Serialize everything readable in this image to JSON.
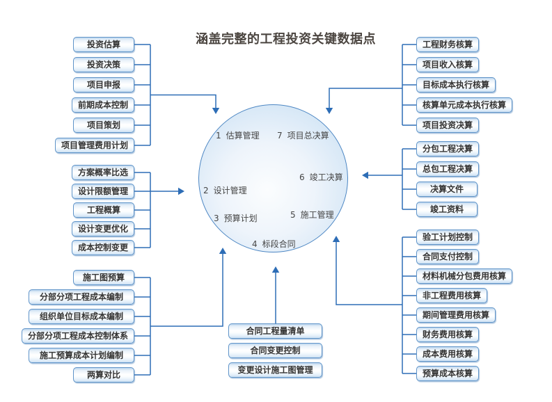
{
  "title": "涵盖完整的工程投资关键数据点",
  "circle": {
    "items": [
      {
        "num": "1",
        "label": "估算管理"
      },
      {
        "num": "7",
        "label": "项目总决算"
      },
      {
        "num": "2",
        "label": "设计管理"
      },
      {
        "num": "6",
        "label": "竣工决算"
      },
      {
        "num": "3",
        "label": "预算计划"
      },
      {
        "num": "5",
        "label": "施工管理"
      },
      {
        "num": "4",
        "label": "标段合同"
      }
    ]
  },
  "groups": {
    "left_top": {
      "items": [
        "投资估算",
        "投资决策",
        "项目申报",
        "前期成本控制",
        "项目策划",
        "项目管理费用计划"
      ]
    },
    "left_middle": {
      "items": [
        "方案概率比选",
        "设计限额管理",
        "工程概算",
        "设计变更优化",
        "成本控制变更"
      ]
    },
    "left_bottom": {
      "items": [
        "施工图预算",
        "分部分项工程成本编制",
        "组织单位目标成本编制",
        "分部分项工程成本控制体系",
        "施工预算成本计划编制",
        "两算对比"
      ]
    },
    "right_top": {
      "items": [
        "工程财务核算",
        "项目收入核算",
        "目标成本执行核算",
        "核算单元成本执行核算",
        "项目投资决算"
      ]
    },
    "right_middle": {
      "items": [
        "分包工程决算",
        "总包工程决算",
        "决算文件",
        "竣工资料"
      ]
    },
    "right_bottom": {
      "items": [
        "验工计划控制",
        "合同支付控制",
        "材料机械分包费用核算",
        "非工程费用核算",
        "期间管理费用核算",
        "财务费用核算",
        "成本费用核算",
        "预算成本核算"
      ]
    },
    "bottom_center": {
      "items": [
        "合同工程量清单",
        "合同变更控制",
        "变更设计施工图管理"
      ]
    }
  },
  "colors": {
    "line": "#2d6db6",
    "box_border": "#5e93c8",
    "box_fill_top": "#bcd6ee",
    "box_fill_bottom": "#cde2f4",
    "circle_border": "#4c86c3",
    "title_text": "#4b4540",
    "node_text": "#333333"
  }
}
